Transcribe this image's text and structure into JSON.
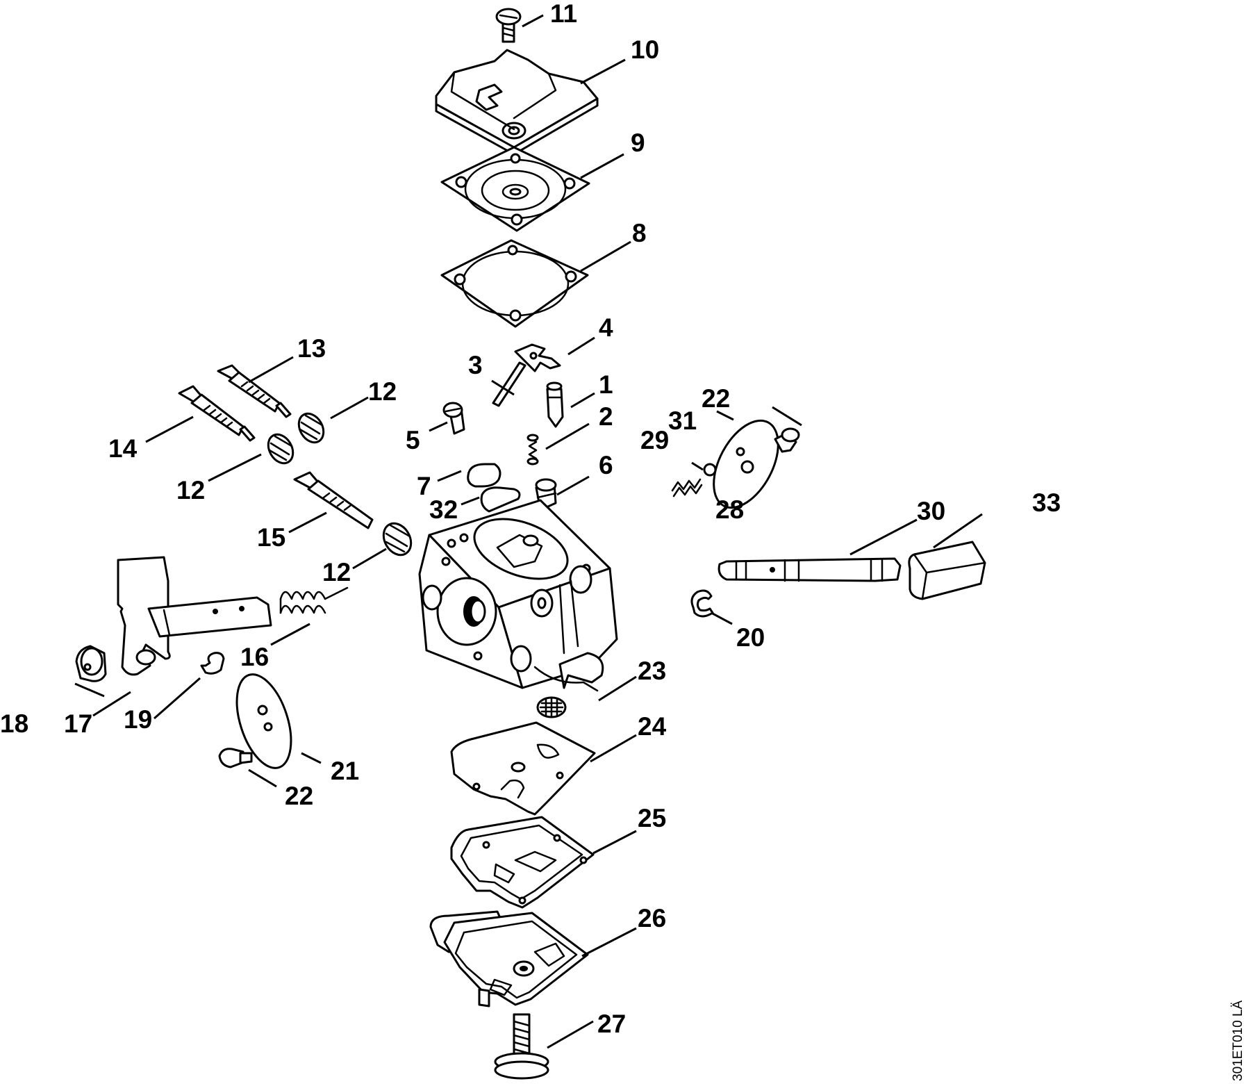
{
  "drawing_code": "301ET010 LÄ",
  "callouts": {
    "c1": "1",
    "c2": "2",
    "c3": "3",
    "c4": "4",
    "c5": "5",
    "c6": "6",
    "c7": "7",
    "c8": "8",
    "c9": "9",
    "c10": "10",
    "c11": "11",
    "c12a": "12",
    "c12b": "12",
    "c12c": "12",
    "c13": "13",
    "c14": "14",
    "c15": "15",
    "c16": "16",
    "c17": "17",
    "c18": "18",
    "c19": "19",
    "c20": "20",
    "c21": "21",
    "c22a": "22",
    "c22b": "22",
    "c23": "23",
    "c24": "24",
    "c25": "25",
    "c26": "26",
    "c27": "27",
    "c28": "28",
    "c29": "29",
    "c30": "30",
    "c31": "31",
    "c32": "32",
    "c33": "33"
  }
}
